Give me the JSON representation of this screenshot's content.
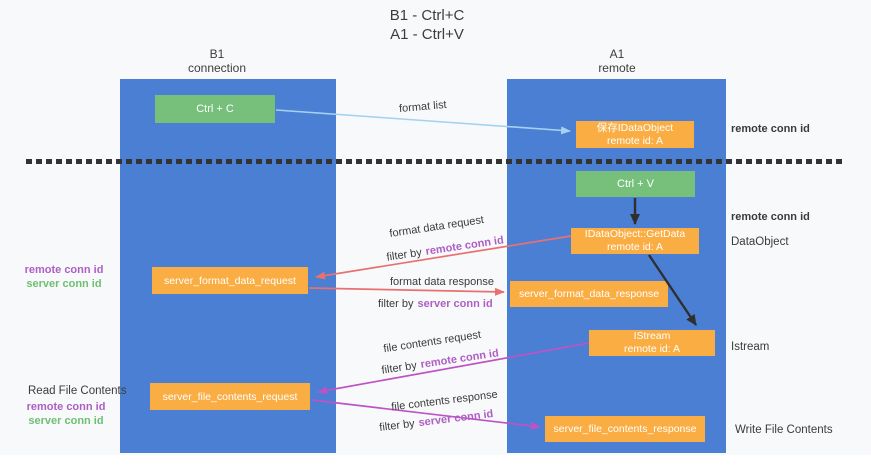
{
  "title": {
    "line1": "B1 - Ctrl+C",
    "line2": "A1 - Ctrl+V"
  },
  "lane_headers": {
    "left": {
      "name": "B1",
      "subtitle": "connection"
    },
    "right": {
      "name": "A1",
      "subtitle": "remote"
    }
  },
  "boxes": {
    "ctrl_c": {
      "label": "Ctrl + C"
    },
    "ctrl_v": {
      "label": "Ctrl + V"
    },
    "save_dataobject": {
      "line1": "保存IDataObject",
      "line2": "remote id: A"
    },
    "getdata": {
      "line1": "IDataObject::GetData",
      "line2": "remote id: A"
    },
    "istream": {
      "line1": "IStream",
      "line2": "remote id: A"
    },
    "server_format_data_request": {
      "label": "server_format_data_request"
    },
    "server_format_data_response": {
      "label": "server_format_data_response"
    },
    "server_file_contents_request": {
      "label": "server_file_contents_request"
    },
    "server_file_contents_response": {
      "label": "server_file_contents_response"
    }
  },
  "side_labels": {
    "remote_conn_id": "remote conn id",
    "server_conn_id": "server conn id",
    "dataobject": "DataObject",
    "istream": "Istream",
    "read_file_contents": "Read File Contents",
    "write_file_contents": "Write File Contents"
  },
  "flow_labels": {
    "format_list": "format list",
    "format_data_request": "format data request",
    "format_data_response": "format data response",
    "file_contents_request": "file contents request",
    "file_contents_response": "file contents response",
    "filter_by": "filter by"
  },
  "colors": {
    "lane_blue": "#4a7fd4",
    "box_green": "#76c07c",
    "box_orange": "#f9ad43",
    "arrow_red": "#e97071",
    "arrow_magenta": "#bd53c5",
    "arrow_blue": "#a5d2f0",
    "arrow_black": "#2f2f2f",
    "text_purple": "#ae5fc4",
    "text_green": "#6ebf72"
  }
}
